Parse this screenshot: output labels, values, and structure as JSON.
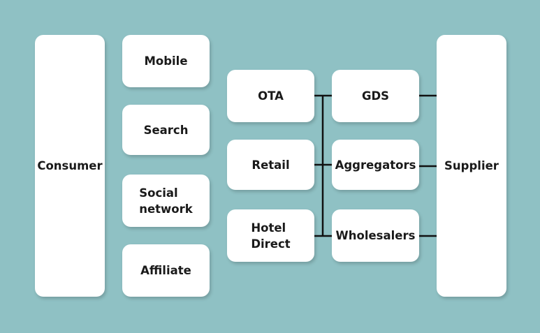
{
  "nodes": {
    "consumer": "Consumer",
    "mobile": "Mobile",
    "search": "Search",
    "social_line1": "Social",
    "social_line2": "network",
    "affiliate": "Affiliate",
    "ota": "OTA",
    "retail": "Retail",
    "hotel_line1": "Hotel",
    "hotel_line2": "Direct",
    "gds": "GDS",
    "aggregators": "Aggregators",
    "wholesalers": "Wholesalers",
    "supplier": "Supplier"
  },
  "colors": {
    "background": "#8fc1c4",
    "box": "#ffffff",
    "connector": "#111111"
  }
}
